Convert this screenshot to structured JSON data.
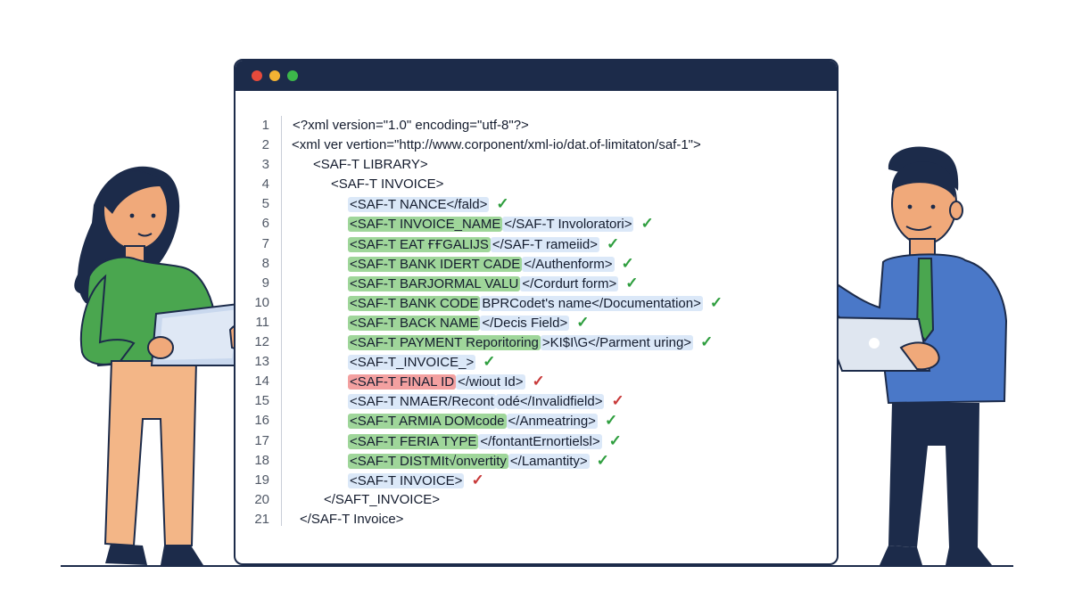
{
  "colors": {
    "frame": "#1c2b4a",
    "green_highlight": "#9fd69a",
    "blue_highlight": "#dbe8f8",
    "red_highlight": "#f3a0a0",
    "check_ok": "#2e9e3e",
    "check_bad": "#c83a3a"
  },
  "window": {
    "dots": [
      "red",
      "yellow",
      "green"
    ]
  },
  "code": {
    "lines": [
      {
        "num": "1",
        "head": "<?xml version=\"1.0\" encoding=\"utf-8\"?>",
        "tail": "",
        "hl": "none",
        "mark": ""
      },
      {
        "num": "2",
        "head": "<xml ver vertion=\"http://www.corponent/xml-io/dat.of-limitaton/saf-1\">",
        "tail": "",
        "hl": "none",
        "mark": ""
      },
      {
        "num": "3",
        "head": "<SAF-T LIBRARY>",
        "tail": "",
        "hl": "none",
        "mark": ""
      },
      {
        "num": "4",
        "head": "<SAF-T INVOICE>",
        "tail": "",
        "hl": "none",
        "mark": ""
      },
      {
        "num": "5",
        "head": "<SAF-T NANCE</fald>",
        "tail": "",
        "hl": "blue",
        "mark": "✓"
      },
      {
        "num": "6",
        "head": "<SAF-T INVOICE_NAME",
        "tail": "</SAF-T Involoratori>",
        "hl": "green",
        "mark": "✓"
      },
      {
        "num": "7",
        "head": "<SAF-T EAT ҒҒGALIJS",
        "tail": "</SAF-T rameiid>",
        "hl": "green",
        "mark": "✓"
      },
      {
        "num": "8",
        "head": "<SAF-T BANK IDERT CADE",
        "tail": "</Authenform>",
        "hl": "green",
        "mark": "✓"
      },
      {
        "num": "9",
        "head": "<SAF-T BARJORMAL VALU",
        "tail": "</Cordurt form>",
        "hl": "green",
        "mark": "✓"
      },
      {
        "num": "10",
        "head": "<SAF-T BANK CODE",
        "tail": "BPRCodet's name</Documentation>",
        "hl": "green",
        "mark": "✓"
      },
      {
        "num": "11",
        "head": "<SAF-T BACK NAME",
        "tail": "</Decis Field>",
        "hl": "green",
        "mark": "✓"
      },
      {
        "num": "12",
        "head": "<SAF-T PAYMENT Reporitoring",
        "tail": ">KI$I\\G</Parment uring>",
        "hl": "green",
        "mark": "✓"
      },
      {
        "num": "13",
        "head": "<SAF-T_INVOICE_>",
        "tail": "",
        "hl": "blue",
        "mark": "✓"
      },
      {
        "num": "14",
        "head": "<SAF-T FINAL ID",
        "tail": "</wiout Id>",
        "hl": "red",
        "mark": "✓"
      },
      {
        "num": "15",
        "head": "<SAF-T NMAER/Recont",
        "tail": "odé</Invalidfield>",
        "hl": "blue",
        "mark": "✓"
      },
      {
        "num": "16",
        "head": "<SAF-T ARMIA DOMcode",
        "tail": "</Anmeatring>",
        "hl": "green",
        "mark": "✓"
      },
      {
        "num": "17",
        "head": "<SAF-T FERIA TYPE",
        "tail": "</fontantErnortielsl>",
        "hl": "green",
        "mark": "✓"
      },
      {
        "num": "18",
        "head": "<SAF-T DISTMIt√onvertity",
        "tail": "</Lamantity>",
        "hl": "green",
        "mark": "✓"
      },
      {
        "num": "19",
        "head": "<SAF-T INVOICE>",
        "tail": "",
        "hl": "blue",
        "mark": "✓"
      },
      {
        "num": "20",
        "head": "</SAFT_INVOICE>",
        "tail": "",
        "hl": "none",
        "mark": ""
      },
      {
        "num": "21",
        "head": "</SAF-T Invoice>",
        "tail": "",
        "hl": "none",
        "mark": ""
      }
    ]
  }
}
